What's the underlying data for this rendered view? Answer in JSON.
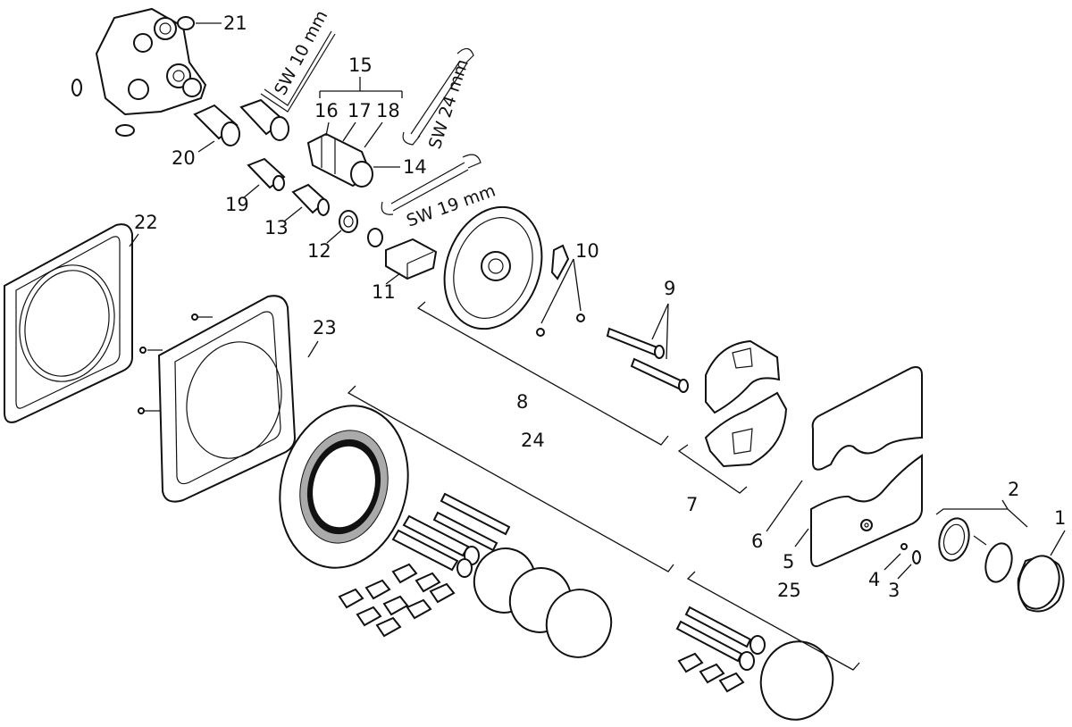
{
  "labels": {
    "n1": "1",
    "n2": "2",
    "n3": "3",
    "n4": "4",
    "n5": "5",
    "n6": "6",
    "n7": "7",
    "n8": "8",
    "n9": "9",
    "n10": "10",
    "n11": "11",
    "n12": "12",
    "n13": "13",
    "n14": "14",
    "n15": "15",
    "n16": "16",
    "n17": "17",
    "n18": "18",
    "n19": "19",
    "n20": "20",
    "n21": "21",
    "n22": "22",
    "n23": "23",
    "n24": "24",
    "n25": "25"
  },
  "tools": {
    "hex_key": "SW 10 mm",
    "wrench_large": "SW 24 mm",
    "wrench_small": "SW 19 mm"
  }
}
